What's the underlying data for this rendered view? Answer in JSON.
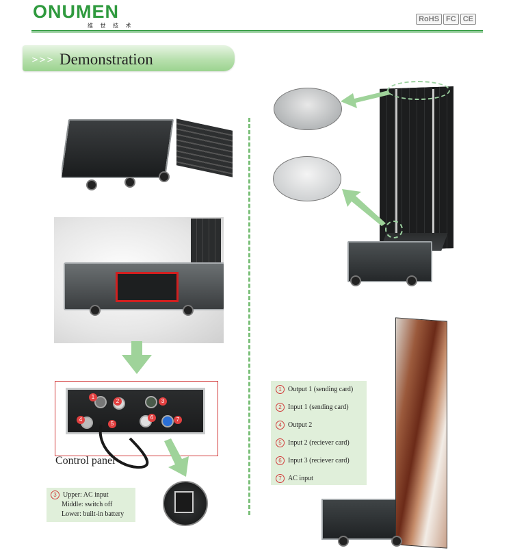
{
  "header": {
    "brand": "ONUMEN",
    "brand_cn": "维 世 技 术",
    "certifications": [
      "RoHS",
      "FC",
      "CE"
    ]
  },
  "section": {
    "arrows": ">>>",
    "title": "Demonstration"
  },
  "control_panel": {
    "label": "Control panel",
    "badges": [
      "1",
      "2",
      "3",
      "4",
      "5",
      "6",
      "7"
    ]
  },
  "note": {
    "number": "3",
    "lines": [
      "Upper: AC input",
      "Middle: switch off",
      "Lower: built-in battery"
    ]
  },
  "legend": [
    {
      "number": "1",
      "text": "Output 1 (sending card)"
    },
    {
      "number": "2",
      "text": "Input 1 (sending card)"
    },
    {
      "number": "4",
      "text": "Output 2"
    },
    {
      "number": "5",
      "text": "Input 2 (reciever card)"
    },
    {
      "number": "6",
      "text": "Input 3 (reciever card)"
    },
    {
      "number": "7",
      "text": "AC input"
    }
  ],
  "colors": {
    "brand_green": "#2f9a3e",
    "accent_red": "#d23a3a",
    "note_background": "#e0efda"
  }
}
